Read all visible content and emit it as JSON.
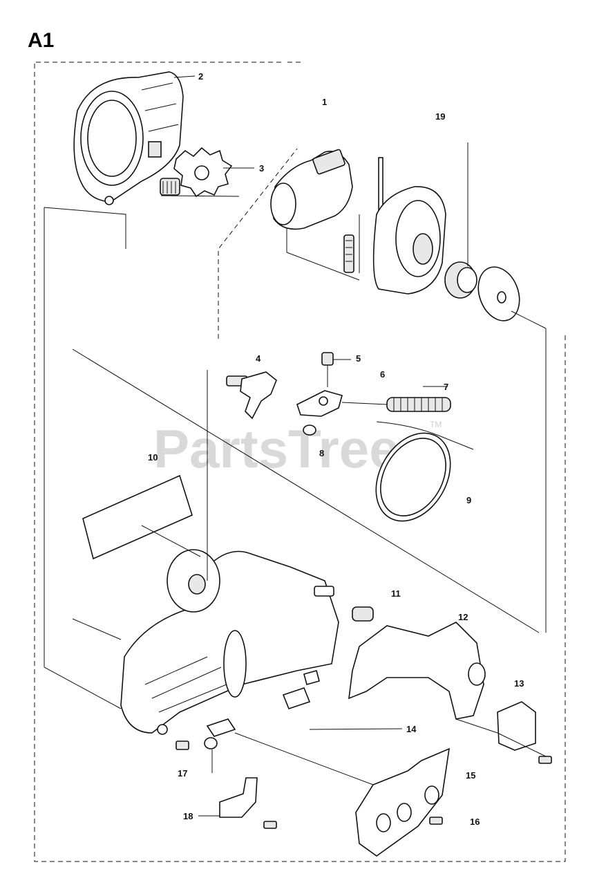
{
  "page_label": "A1",
  "watermark": {
    "text": "PartsTree",
    "trademark": "TM"
  },
  "callouts": [
    "1",
    "2",
    "3",
    "4",
    "5",
    "6",
    "7",
    "8",
    "9",
    "10",
    "11",
    "12",
    "13",
    "14",
    "15",
    "16",
    "17",
    "18",
    "19"
  ]
}
